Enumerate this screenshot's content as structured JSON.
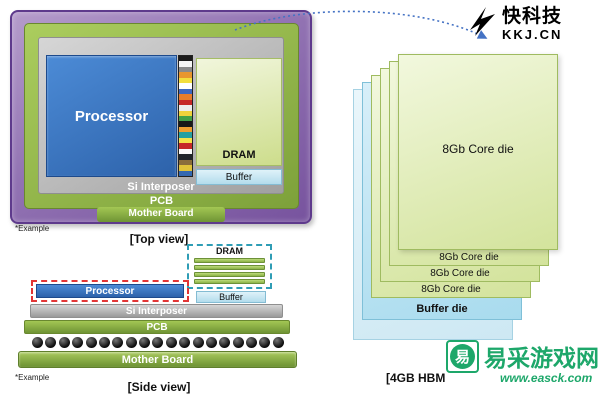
{
  "logo": {
    "brand": "快科技",
    "domain": "KKJ.CN"
  },
  "top_view": {
    "caption": "[Top view]",
    "example_note": "*Example",
    "mother_board_label": "Mother Board",
    "pcb_label": "PCB",
    "si_interposer_label": "Si Interposer",
    "processor_label": "Processor",
    "dram_label": "DRAM",
    "buffer_label": "Buffer",
    "tsv_stripe_colors": [
      "#1a1a1a",
      "#f5f5f5",
      "#8a8a8a",
      "#e8962e",
      "#f2de3d",
      "#ffffff",
      "#3e68c0",
      "#e87d2a",
      "#c62828",
      "#ededed",
      "#efd23c",
      "#43a047",
      "#181818",
      "#ef9f30",
      "#26a0a0",
      "#f4e24a",
      "#c62828",
      "#fafafa",
      "#20242a",
      "#8a6d3b",
      "#e0c23a",
      "#3468b0"
    ]
  },
  "side_view": {
    "caption": "[Side view]",
    "example_note": "*Example",
    "dram_label": "DRAM",
    "buffer_label": "Buffer",
    "processor_label": "Processor",
    "si_interposer_label": "Si Interposer",
    "pcb_label": "PCB",
    "mother_board_label": "Mother Board",
    "dram_plate_count": 4,
    "solder_ball_count": 19
  },
  "hbm_stack": {
    "caption": "[4GB HBM",
    "cards": [
      {
        "label": "8Gb Core die"
      },
      {
        "label": "8Gb Core die"
      },
      {
        "label": "8Gb Core die"
      },
      {
        "label": "8Gb Core die"
      },
      {
        "label": "Buffer die"
      }
    ]
  },
  "watermark": {
    "seal_char": "易",
    "site_name": "易采游戏网",
    "url": "www.easck.com",
    "color": "#0aa05e"
  },
  "palette": {
    "motherboard_purple": "#8a63ad",
    "pcb_green": "#8fb544",
    "interposer_gray": "#b5b5b5",
    "processor_blue": "#2f6cb8",
    "dram_light_green": "#dcE9a8",
    "buffer_light_blue": "#c3e6f3",
    "core_die_green": "#d8e8a8",
    "backdrop_blue": "#dbeff8",
    "connector_blue": "#4472c4"
  }
}
